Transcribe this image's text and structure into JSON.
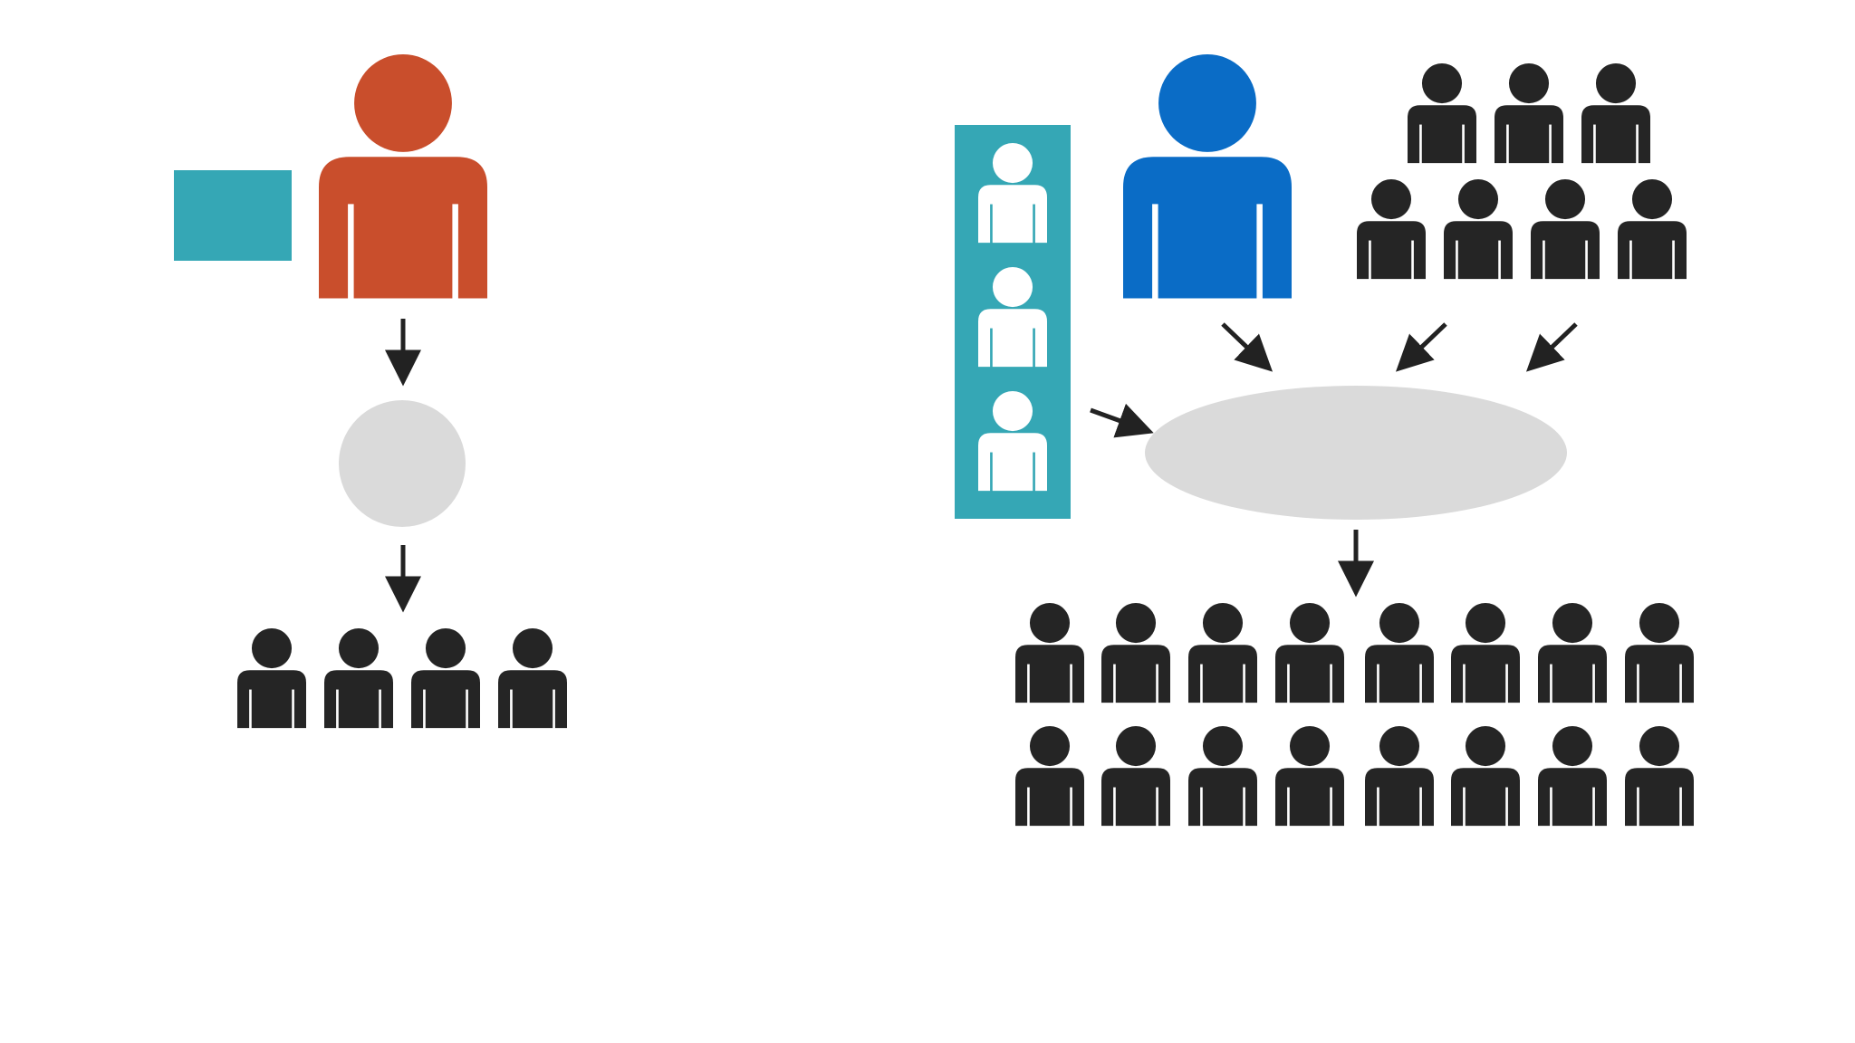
{
  "colors": {
    "background": "#ffffff",
    "presenter_left": "#c94e2c",
    "presenter_right": "#0a6cc6",
    "teal": "#35a7b5",
    "crowd": "#252525",
    "neutral_shape": "#dadada",
    "arrow": "#222222",
    "white_figure": "#ffffff"
  },
  "left_panel": {
    "presenter_icon": "person-icon",
    "board_icon": "screen-rectangle",
    "hub_shape": "circle",
    "audience_count": 4
  },
  "right_panel": {
    "presenter_icon": "person-icon",
    "side_panel_people": 3,
    "contributors_rows": [
      3,
      4
    ],
    "hub_shape": "ellipse",
    "incoming_arrow_count": 4,
    "audience_rows": 2,
    "audience_per_row": 8
  }
}
